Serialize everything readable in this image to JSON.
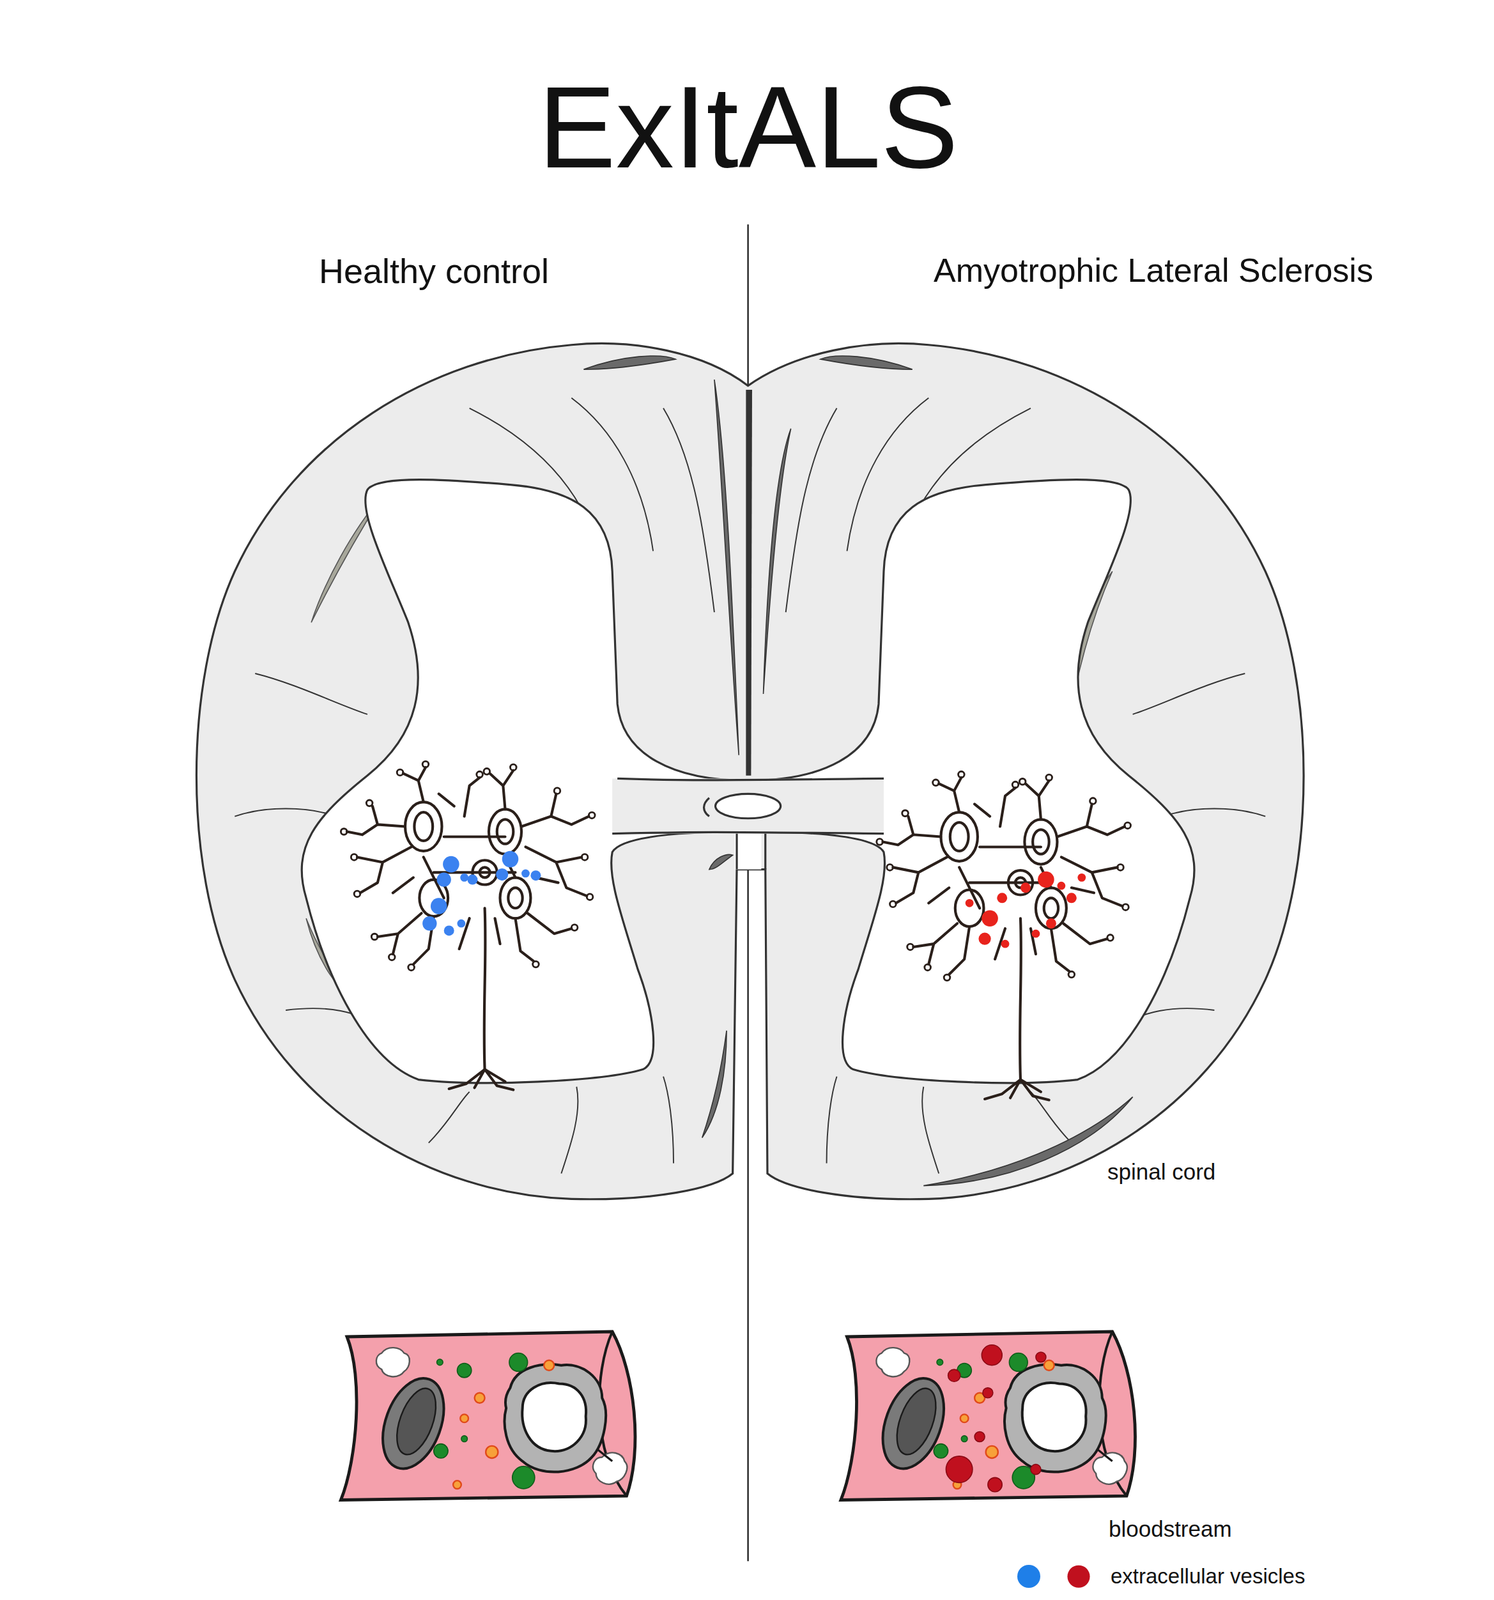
{
  "diagram": {
    "title": "ExItALS",
    "labels": [
      "Healthy control",
      "Amyotrophic Lateral Sclerosis",
      "spinal cord",
      "bloodstream"
    ],
    "legend": [
      {
        "text": "extracellular vesicles",
        "color": "#1f7fe8"
      }
    ]
  }
}
